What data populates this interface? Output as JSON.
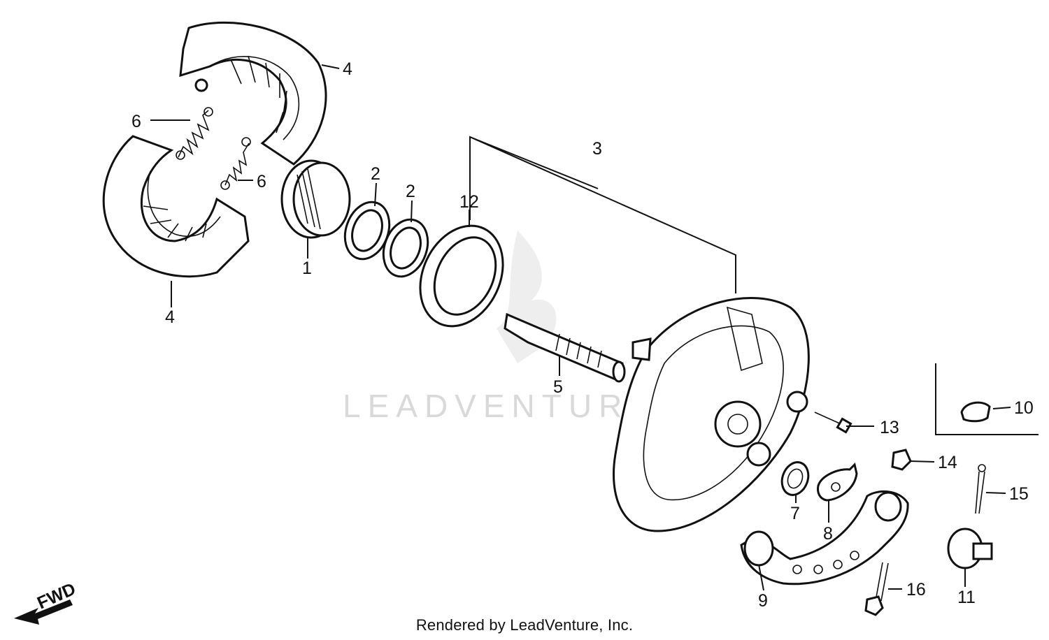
{
  "watermark": "LEADVENTURE",
  "footer": "Rendered by LeadVenture, Inc.",
  "fwd_label": "FWD",
  "callouts": {
    "c1": "1",
    "c2a": "2",
    "c2b": "2",
    "c3": "3",
    "c4a": "4",
    "c4b": "4",
    "c5": "5",
    "c6a": "6",
    "c6b": "6",
    "c7": "7",
    "c8": "8",
    "c9": "9",
    "c10": "10",
    "c11": "11",
    "c12": "12",
    "c13": "13",
    "c14": "14",
    "c15": "15",
    "c16": "16"
  }
}
